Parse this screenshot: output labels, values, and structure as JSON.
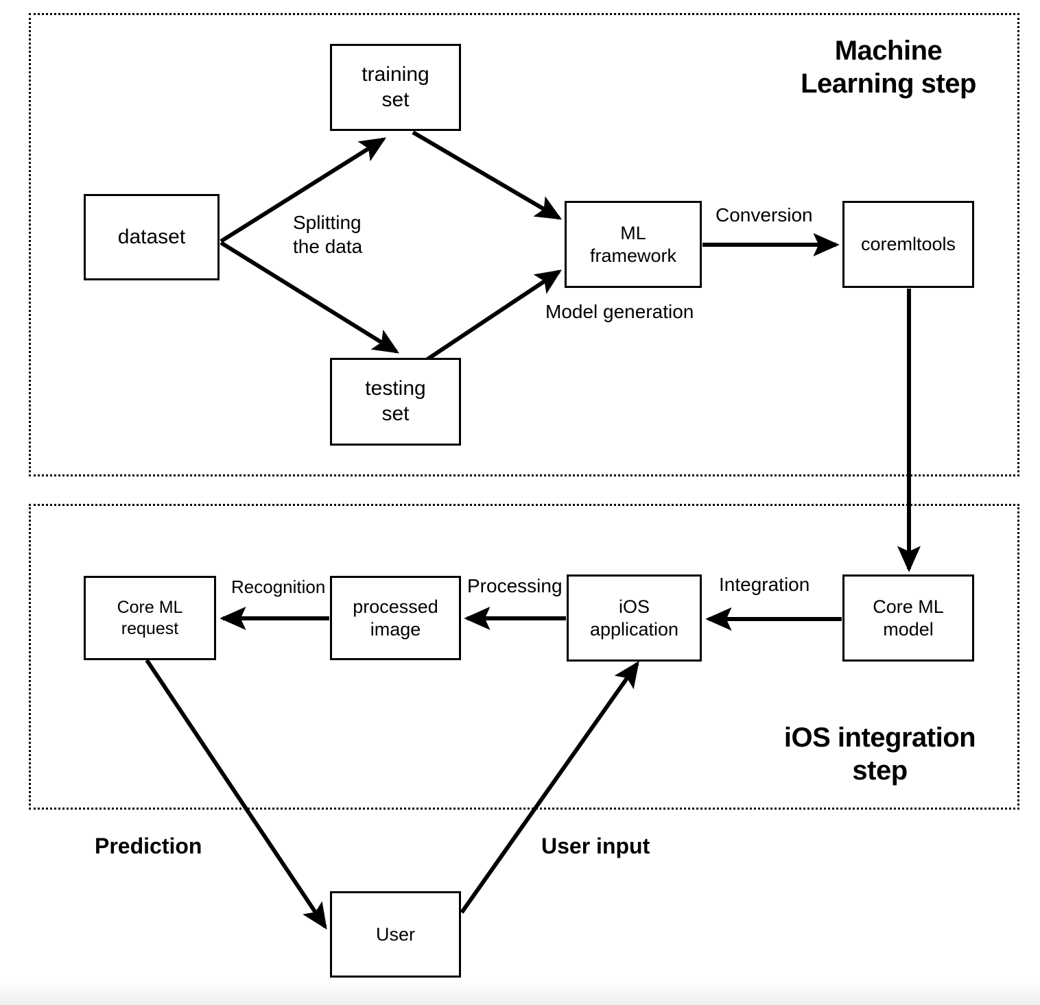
{
  "groups": [
    {
      "id": "ml",
      "title": "Machine\nLearning step"
    },
    {
      "id": "ios",
      "title": "iOS integration\nstep"
    }
  ],
  "nodes": {
    "dataset": "dataset",
    "training_set": "training\nset",
    "testing_set": "testing\nset",
    "ml_framework": "ML\nframework",
    "coremltools": "coremltools",
    "core_ml_request": "Core ML\nrequest",
    "processed_image": "processed\nimage",
    "ios_application": "iOS\napplication",
    "core_ml_model": "Core ML\nmodel",
    "user": "User"
  },
  "edge_labels": {
    "splitting": "Splitting\nthe data",
    "model_generation": "Model generation",
    "conversion": "Conversion",
    "recognition": "Recognition",
    "processing": "Processing",
    "integration": "Integration"
  },
  "flow_labels": {
    "prediction": "Prediction",
    "user_input": "User input"
  },
  "colors": {
    "stroke": "#000000",
    "background": "#ffffff",
    "group_border": "#000000"
  },
  "chart_data": {
    "type": "diagram",
    "title": "Core ML workflow: Machine Learning step and iOS integration step",
    "nodes": [
      {
        "id": "dataset",
        "label": "dataset",
        "group": "ml"
      },
      {
        "id": "training_set",
        "label": "training set",
        "group": "ml"
      },
      {
        "id": "testing_set",
        "label": "testing set",
        "group": "ml"
      },
      {
        "id": "ml_framework",
        "label": "ML framework",
        "group": "ml"
      },
      {
        "id": "coremltools",
        "label": "coremltools",
        "group": "ml"
      },
      {
        "id": "core_ml_model",
        "label": "Core ML model",
        "group": "ios"
      },
      {
        "id": "ios_application",
        "label": "iOS application",
        "group": "ios"
      },
      {
        "id": "processed_image",
        "label": "processed image",
        "group": "ios"
      },
      {
        "id": "core_ml_request",
        "label": "Core ML request",
        "group": "ios"
      },
      {
        "id": "user",
        "label": "User",
        "group": "none"
      }
    ],
    "edges": [
      {
        "from": "dataset",
        "to": "training_set",
        "label": "Splitting the data"
      },
      {
        "from": "dataset",
        "to": "testing_set",
        "label": "Splitting the data"
      },
      {
        "from": "training_set",
        "to": "ml_framework",
        "label": "Model generation"
      },
      {
        "from": "testing_set",
        "to": "ml_framework",
        "label": "Model generation"
      },
      {
        "from": "ml_framework",
        "to": "coremltools",
        "label": "Conversion"
      },
      {
        "from": "coremltools",
        "to": "core_ml_model",
        "label": ""
      },
      {
        "from": "core_ml_model",
        "to": "ios_application",
        "label": "Integration"
      },
      {
        "from": "ios_application",
        "to": "processed_image",
        "label": "Processing"
      },
      {
        "from": "processed_image",
        "to": "core_ml_request",
        "label": "Recognition"
      },
      {
        "from": "core_ml_request",
        "to": "user",
        "label": "Prediction"
      },
      {
        "from": "user",
        "to": "ios_application",
        "label": "User input"
      }
    ]
  }
}
